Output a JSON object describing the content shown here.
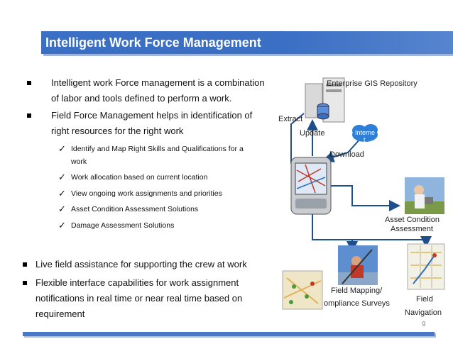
{
  "slide": {
    "title": "Intelligent Work Force Management",
    "page_number": "9"
  },
  "bullets": [
    {
      "line1": "Intelligent work Force management is a combination",
      "line2": "of labor and tools defined to perform a work."
    },
    {
      "line1": "Field Force Management helps in identification of",
      "line2": "right resources for the right work"
    }
  ],
  "sub_bullets": [
    {
      "line1": "Identify and Map Right Skills and Qualifications for a",
      "line2": "work"
    },
    {
      "line1": "Work allocation based on current location"
    },
    {
      "line1": "View ongoing work assignments and priorities"
    },
    {
      "line1": "Asset Condition Assessment Solutions"
    },
    {
      "line1": "Damage Assessment Solutions"
    }
  ],
  "lower_bullets": [
    {
      "line1": "Live field assistance for supporting the crew at work"
    },
    {
      "line1": "Flexible interface capabilities for work assignment",
      "line2": "notifications in real time or near real time based on",
      "line3": "requirement"
    }
  ],
  "diagram": {
    "repository_label": "Enterprise GIS Repository",
    "extract_label": "Extract",
    "update_label": "Update",
    "internet_label_1": "Interne",
    "internet_label_2": "t",
    "download_label": "Download",
    "asset_label_1": "Asset Condition",
    "asset_label_2": "Assessment",
    "mapping_label_1": "Field Mapping/",
    "mapping_label_2": "ompliance Surveys",
    "nav_label_1": "Field",
    "nav_label_2": "Navigation"
  },
  "colors": {
    "title_bg": "#3a6fc4",
    "arrow": "#1f4e8c",
    "cloud": "#2f7fd6"
  }
}
